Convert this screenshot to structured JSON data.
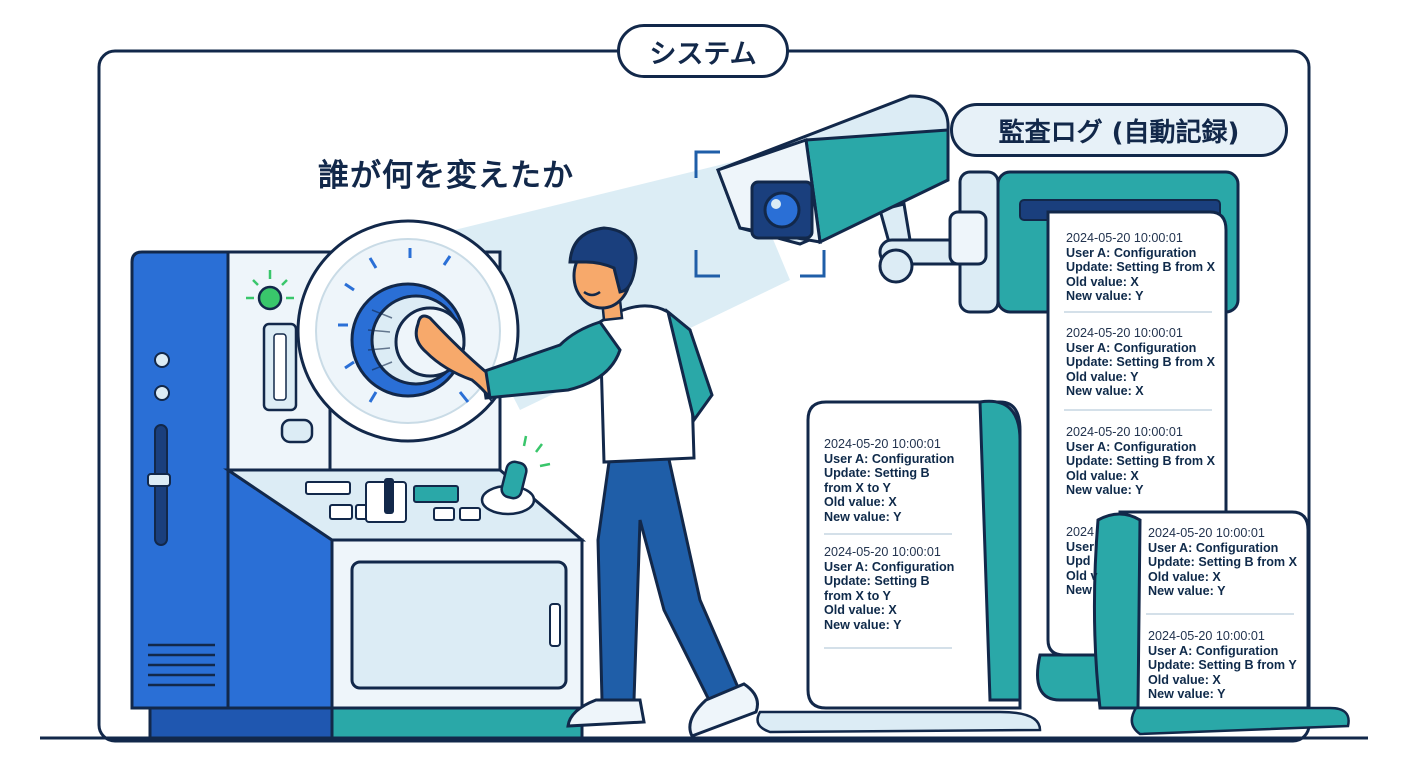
{
  "labels": {
    "system": "システム",
    "audit_log": "監査ログ (自動記録)",
    "who_changed": "誰が何を変えたか"
  },
  "logs": {
    "left": [
      {
        "timestamp": "2024-05-20 10:00:01",
        "lines": [
          "User A: Configuration",
          "Update: Setting B",
          "from X to Y",
          "Old value: X",
          "New value: Y"
        ]
      },
      {
        "timestamp": "2024-05-20 10:00:01",
        "lines": [
          "User A: Configuration",
          "Update: Setting B",
          "from X to Y",
          "Old value: X",
          "New value: Y"
        ]
      }
    ],
    "center": [
      {
        "timestamp": "2024-05-20 10:00:01",
        "lines": [
          "User A: Configuration",
          "Update: Setting B from X",
          "Old value: X",
          "New value: Y"
        ]
      },
      {
        "timestamp": "2024-05-20 10:00:01",
        "lines": [
          "User A: Configuration",
          "Update: Setting B from X",
          "Old value: Y",
          "New value: X"
        ]
      },
      {
        "timestamp": "2024-05-20 10:00:01",
        "lines": [
          "User A: Configuration",
          "Update: Setting B from X",
          "Old value: X",
          "New value: Y"
        ]
      }
    ],
    "center_partial": {
      "timestamp": "2024",
      "lines": [
        "User",
        "Upd",
        "Old v",
        "New"
      ]
    },
    "right": [
      {
        "timestamp": "2024-05-20 10:00:01",
        "lines": [
          "User A: Configuration",
          "Update: Setting B from X",
          "Old value: X",
          "New value: Y"
        ]
      },
      {
        "timestamp": "2024-05-20 10:00:01",
        "lines": [
          "User A: Configuration",
          "Update: Setting B from Y",
          "Old value: X",
          "New value: Y"
        ]
      }
    ]
  },
  "colors": {
    "outline": "#12284a",
    "machine_blue": "#2a6fd6",
    "teal": "#2aa8a8",
    "light_blue": "#dcecf5",
    "green_light": "#39c66b"
  }
}
